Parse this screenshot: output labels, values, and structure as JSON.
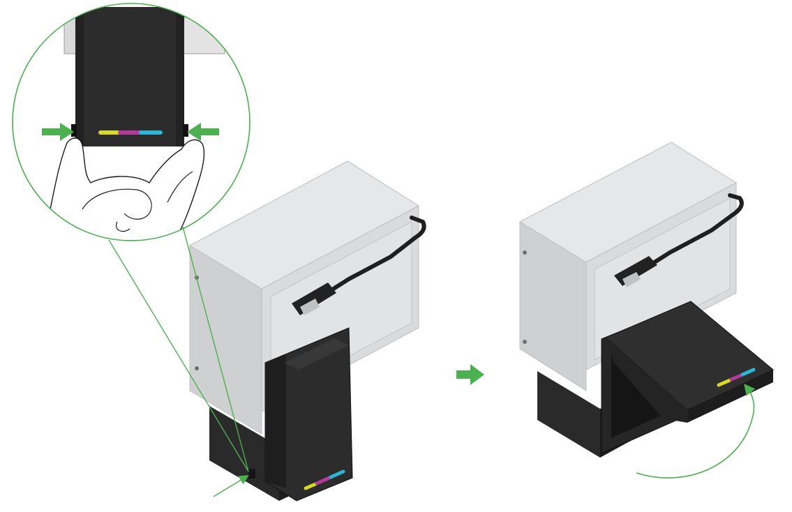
{
  "figure": {
    "description_labels": [],
    "colors": {
      "accent_green": "#4caf50",
      "housing_light": "#e4e5e6",
      "housing_mid": "#cfd0d1",
      "housing_dark": "#b9babb",
      "cartridge_black": "#2b2b2b",
      "cartridge_dark": "#1b1b1b",
      "stripe_yellow": "#d6d82a",
      "stripe_magenta": "#b23a9a",
      "stripe_cyan": "#2cb6d6"
    },
    "steps": [
      {
        "id": "squeeze-detail",
        "icon": "squeeze-clips-icon"
      },
      {
        "id": "device-closed",
        "icon": "device-closed-icon"
      },
      {
        "id": "transition",
        "icon": "right-arrow-icon"
      },
      {
        "id": "device-open",
        "icon": "device-open-icon"
      }
    ]
  }
}
